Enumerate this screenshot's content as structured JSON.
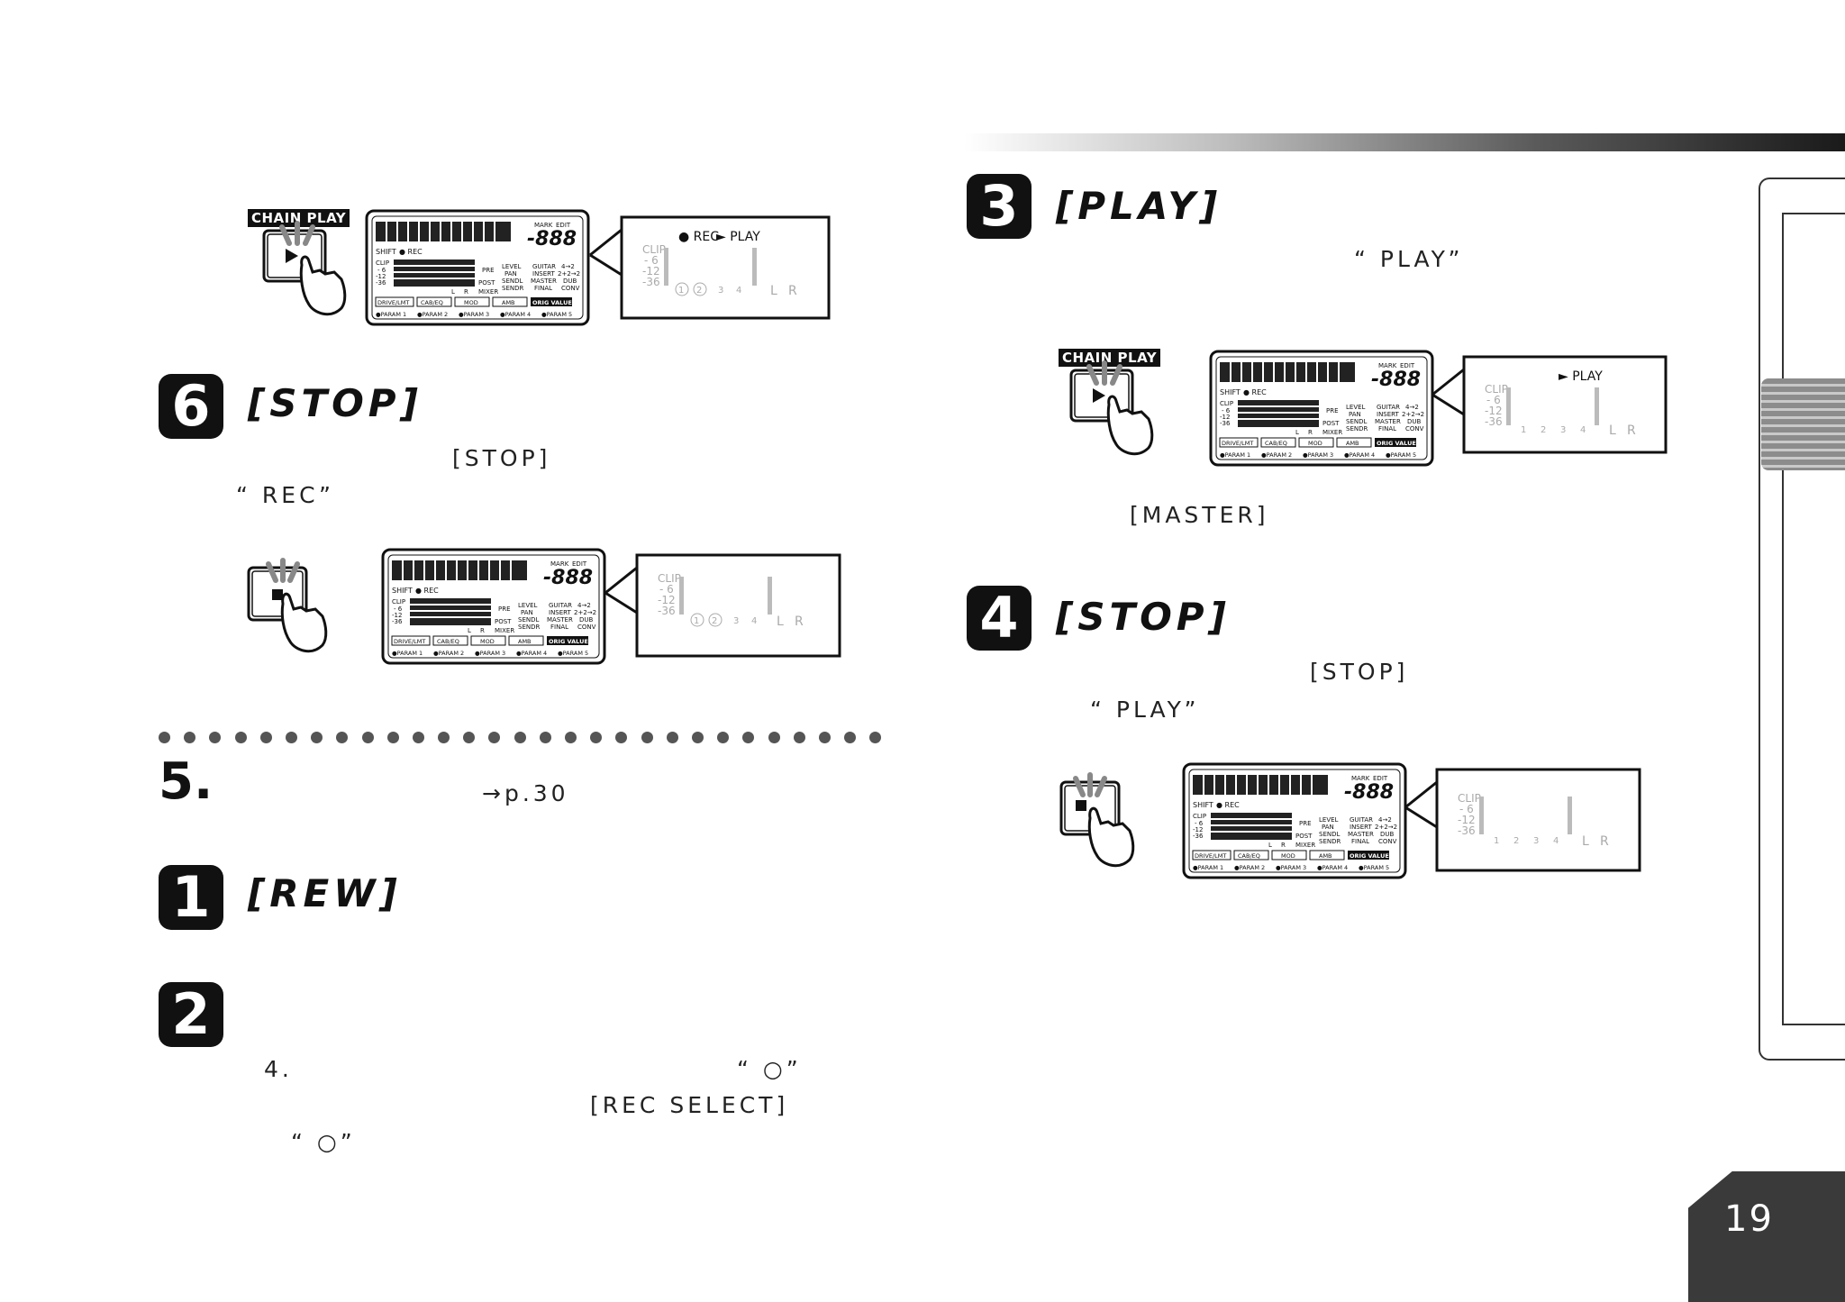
{
  "header": {
    "bar_dark": "#1a1a1a",
    "bar_light": "#ffffff"
  },
  "left": {
    "top_figure": {
      "button_label": "CHAIN PLAY",
      "callout_rec": "● REC",
      "callout_play": "► PLAY"
    },
    "step6": {
      "number": "6",
      "title": "[STOP]",
      "line1": "[STOP]",
      "line2": "“  REC”"
    },
    "section5": {
      "number": "5.",
      "ref": "→p.30"
    },
    "step1": {
      "number": "1",
      "title": "[REW]"
    },
    "step2": {
      "number": "2",
      "line1": "4.",
      "line1_mark": "“   ○”",
      "line2": "[REC SELECT]",
      "line3": "“   ○”"
    }
  },
  "right": {
    "step3": {
      "number": "3",
      "title": "[PLAY]",
      "line1": "“  PLAY”",
      "button_label": "CHAIN PLAY",
      "callout_play": "► PLAY",
      "line2": "[MASTER]"
    },
    "step4": {
      "number": "4",
      "title": "[STOP]",
      "line1": "[STOP]",
      "line2": "“  PLAY”"
    }
  },
  "lcd": {
    "shift": "SHIFT",
    "rec": "● REC",
    "clip": "CLIP",
    "m6": "- 6",
    "m12": "-12",
    "m36": "-36",
    "mark": "MARK",
    "edit": "EDIT",
    "digits": "-888",
    "pre": "PRE",
    "post": "POST",
    "mixer": "MIXER",
    "level": "LEVEL",
    "pan": "PAN",
    "sendl": "SENDL",
    "sendr": "SENDR",
    "guitar": "GUITAR",
    "insert": "INSERT",
    "master": "MASTER",
    "final": "FINAL",
    "dub1": "4→2",
    "dub2": "2+2→2",
    "dub": "DUB",
    "conv": "CONV",
    "lr_l": "L",
    "lr_r": "R",
    "tabs": [
      "DRIVE/LMT",
      "CAB/EQ",
      "MOD",
      "AMB",
      "ORIG VALUE"
    ],
    "params": [
      "●PARAM 1",
      "●PARAM 2",
      "●PARAM 3",
      "●PARAM 4",
      "●PARAM 5"
    ],
    "tracks": [
      "1",
      "2",
      "3",
      "4",
      "L",
      "R"
    ]
  },
  "page_number": "19"
}
